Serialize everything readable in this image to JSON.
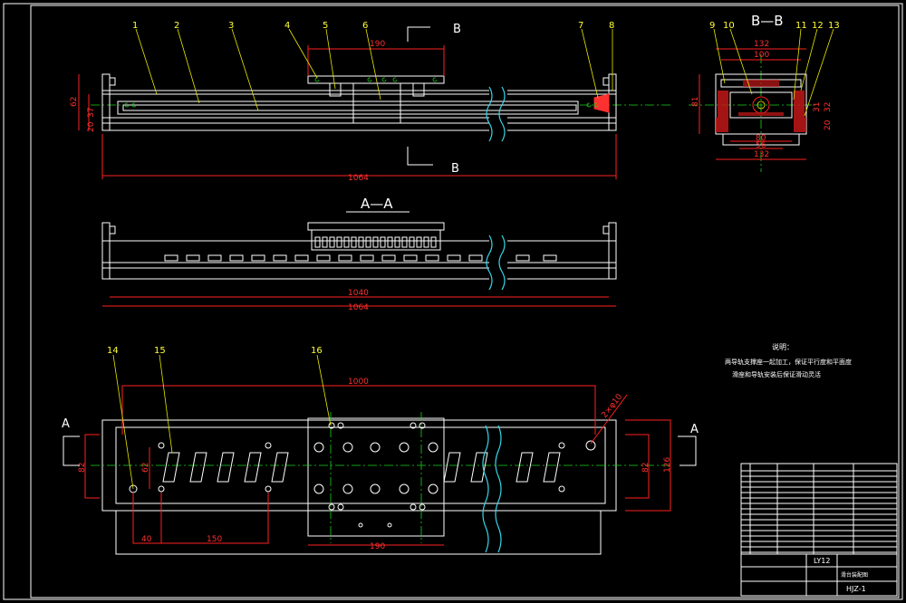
{
  "section_labels": {
    "b_top": "B",
    "b_bottom": "B",
    "bb_title": "B—B",
    "aa_title": "A—A",
    "a_left": "A",
    "a_right": "A"
  },
  "balloons": [
    "1",
    "2",
    "3",
    "4",
    "5",
    "6",
    "7",
    "8",
    "9",
    "10",
    "11",
    "12",
    "13",
    "14",
    "15",
    "16"
  ],
  "dims": {
    "front_190": "190",
    "front_62": "62",
    "front_37": "37",
    "front_20": "20",
    "front_1064": "1064",
    "bb_132_top": "132",
    "bb_100": "100",
    "bb_81": "81",
    "bb_31": "31",
    "bb_32": "32",
    "bb_20": "20",
    "bb_80": "80",
    "bb_56": "56",
    "bb_132_bot": "132",
    "aa_1040": "1040",
    "aa_1064": "1064",
    "plan_1000": "1000",
    "plan_82_left": "82",
    "plan_62": "62",
    "plan_82_right": "82",
    "plan_126": "126",
    "plan_40": "40",
    "plan_150": "150",
    "plan_190": "190",
    "plan_holes": "2×φ10"
  },
  "notes": {
    "title": "说明：",
    "line1": "两导轨支撑座一起加工，保证平行度和平面度",
    "line2": "滑座和导轨安装后保证滑动灵活"
  },
  "title_block": {
    "material": "LY12",
    "drawing_no": "HJZ-1",
    "name": "滑台装配图"
  }
}
